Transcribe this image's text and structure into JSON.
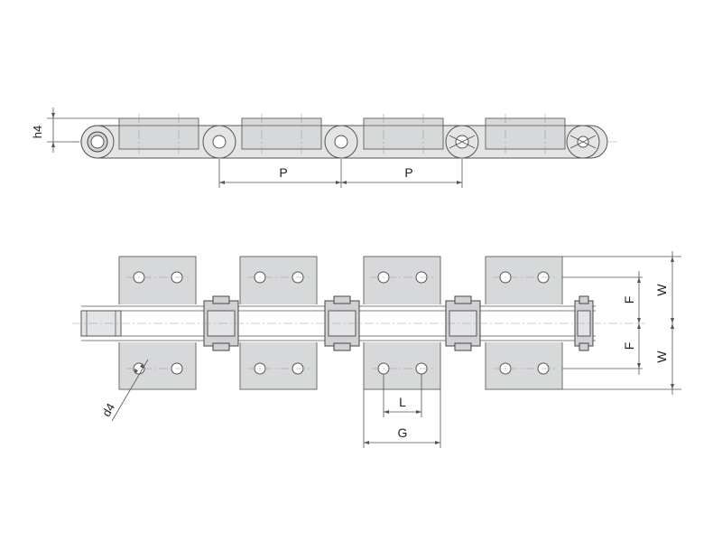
{
  "diagram": {
    "labels": {
      "h4": "h4",
      "pitch_1": "P",
      "pitch_2": "P",
      "d4": "d4",
      "f_upper": "F",
      "f_lower": "F",
      "w_upper": "W",
      "w_lower": "W",
      "l": "L",
      "g": "G"
    },
    "colors": {
      "plate_fill": "#d7d8da",
      "outline": "#555555",
      "background": "#ffffff"
    }
  }
}
